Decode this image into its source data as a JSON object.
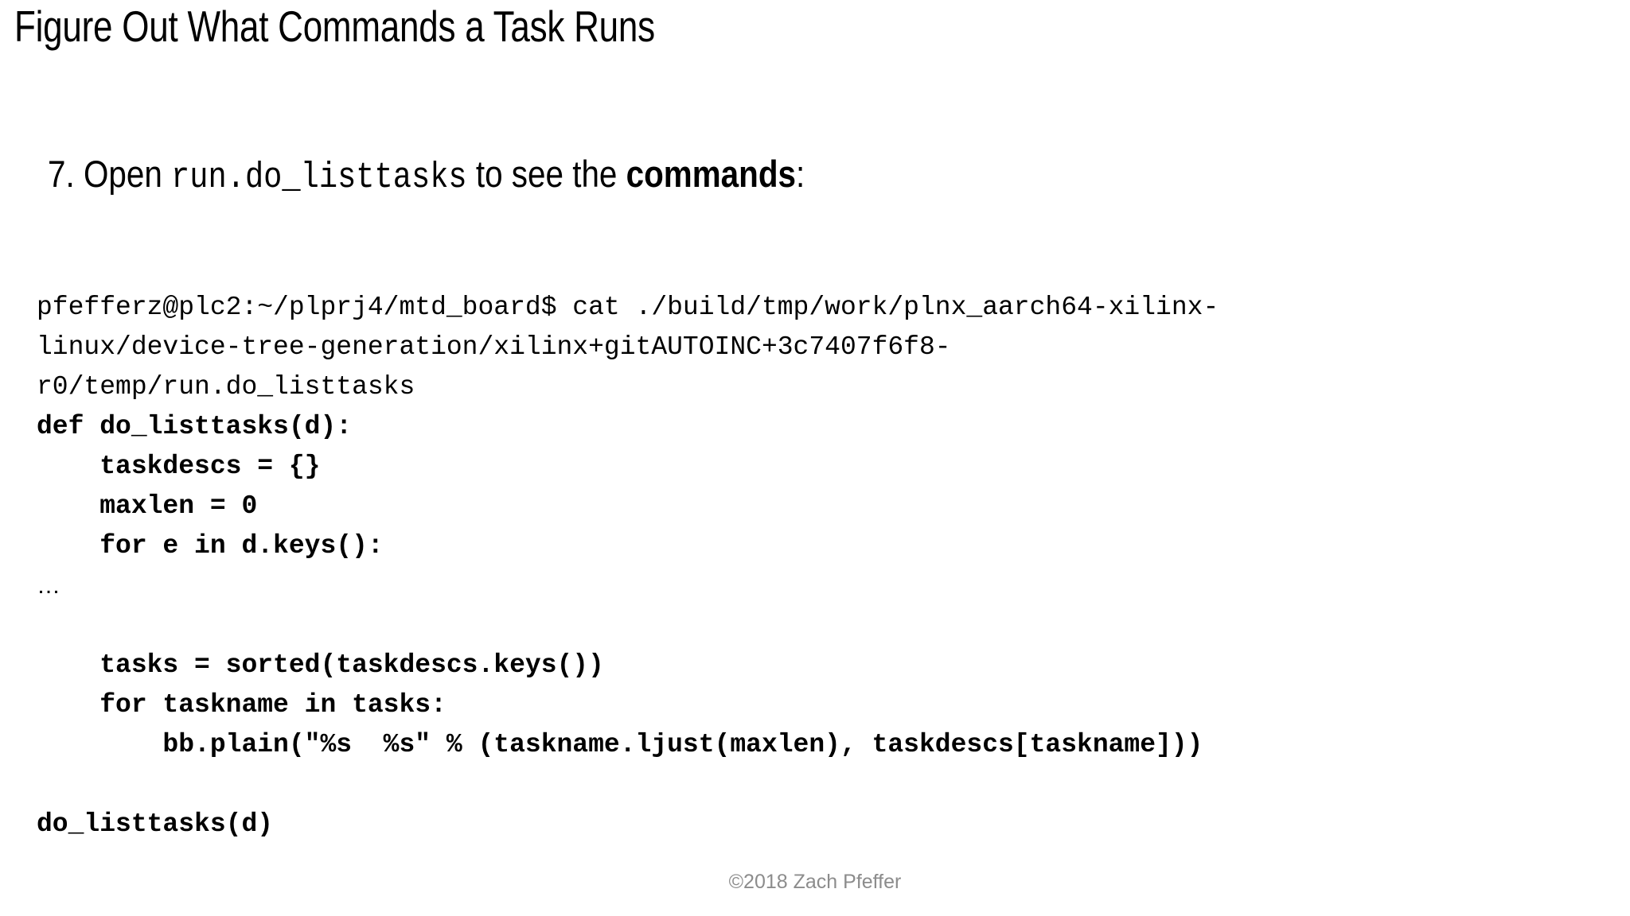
{
  "slide": {
    "title": "Figure Out What Commands a Task Runs",
    "background_color": "#ffffff",
    "text_color": "#000000"
  },
  "step": {
    "number": "7.",
    "verb": " Open ",
    "target_file": "run.do_listtasks",
    "middle": " to see the ",
    "emphasis": "commands",
    "end": ":"
  },
  "terminal": {
    "prompt_user_host_path": "pfefferz@plc2:~/plprj4/mtd_board$",
    "command": "cat ./build/tmp/work/plnx_aarch64-xilinx-linux/device-tree-generation/xilinx+gitAUTOINC+3c7407f6f8-r0/temp/run.do_listtasks",
    "lines": [
      {
        "text": "pfefferz@plc2:~/plprj4/mtd_board$ cat ./build/tmp/work/plnx_aarch64-xilinx-",
        "style": "regular"
      },
      {
        "text": "linux/device-tree-generation/xilinx+gitAUTOINC+3c7407f6f8-",
        "style": "regular"
      },
      {
        "text": "r0/temp/run.do_listtasks",
        "style": "regular"
      },
      {
        "text": "def do_listtasks(d):",
        "style": "bold"
      },
      {
        "text": "    taskdescs = {}",
        "style": "bold"
      },
      {
        "text": "    maxlen = 0",
        "style": "bold"
      },
      {
        "text": "    for e in d.keys():",
        "style": "bold"
      },
      {
        "text": "…",
        "style": "ellipsis"
      },
      {
        "text": "",
        "style": "blank"
      },
      {
        "text": "    tasks = sorted(taskdescs.keys())",
        "style": "bold"
      },
      {
        "text": "    for taskname in tasks:",
        "style": "bold"
      },
      {
        "text": "        bb.plain(\"%s  %s\" % (taskname.ljust(maxlen), taskdescs[taskname]))",
        "style": "bold"
      },
      {
        "text": "",
        "style": "blank"
      },
      {
        "text": "do_listtasks(d)",
        "style": "bold"
      }
    ]
  },
  "footer": {
    "copyright": "©2018 Zach Pfeffer",
    "color": "#8c8c8c"
  }
}
